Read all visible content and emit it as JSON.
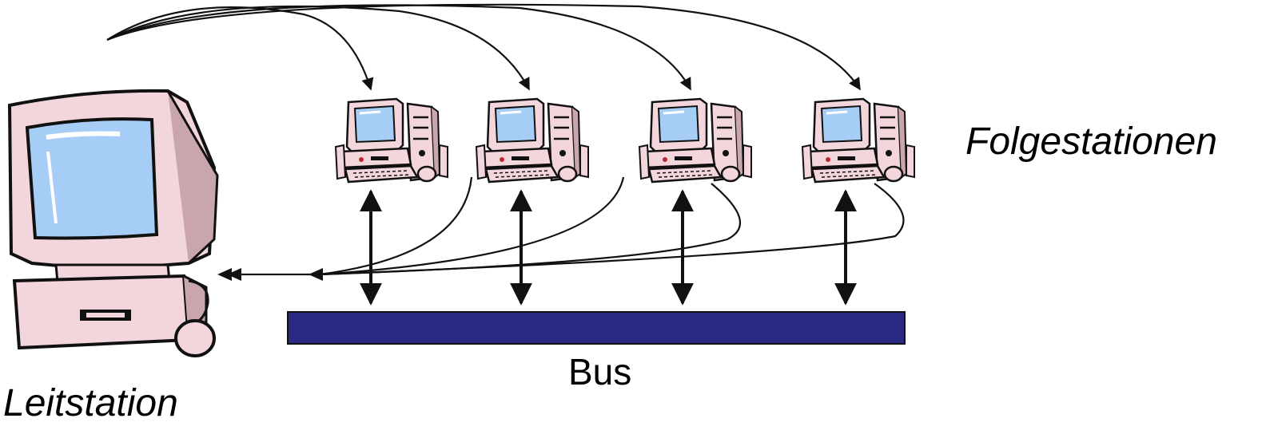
{
  "labels": {
    "master": "Leitstation",
    "slaves": "Folgestationen",
    "bus": "Bus"
  },
  "colors": {
    "bus": "#2a2a85",
    "screen": "#a6cdf5",
    "case": "#f3d6dc",
    "outline": "#111111"
  },
  "icons": {
    "master": "desktop-computer-icon",
    "slave": "desktop-computer-icon"
  }
}
